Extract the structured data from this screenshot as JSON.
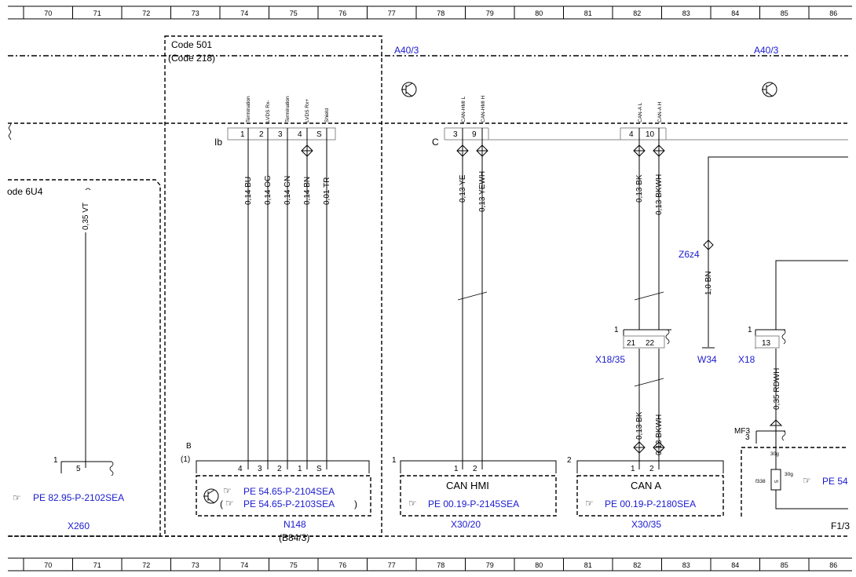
{
  "ruler": {
    "top": [
      "70",
      "71",
      "72",
      "73",
      "74",
      "75",
      "76",
      "77",
      "78",
      "79",
      "80",
      "81",
      "82",
      "83",
      "84",
      "85",
      "86"
    ],
    "bottom": [
      "70",
      "71",
      "72",
      "73",
      "74",
      "75",
      "76",
      "77",
      "78",
      "79",
      "80",
      "81",
      "82",
      "83",
      "84",
      "85",
      "86"
    ]
  },
  "module_a40": {
    "label_left": "A40/3",
    "label_right": "A40/3"
  },
  "code_box": {
    "line1": "Code 501",
    "line2": "(Code 218)"
  },
  "code_6u4": {
    "label": "ode 6U4",
    "wire": "0,35 VT",
    "pin": "1",
    "pin_num": "5",
    "component": "X260",
    "ref": "PE 82.95-P-2102SEA"
  },
  "connector_ib": {
    "name": "Ib",
    "pins": [
      "1",
      "2",
      "3",
      "4",
      "S"
    ],
    "signals": [
      "Termination",
      "LVDS Rx-",
      "Termination",
      "LVDS Rx+",
      "Shield"
    ],
    "wires": [
      "0,14 BU",
      "0,14 OG",
      "0,14 GN",
      "0,14 BN",
      "0,01 TR"
    ]
  },
  "connector_c": {
    "name": "C",
    "pins": [
      "3",
      "9",
      "4",
      "10"
    ],
    "signals": [
      "CAN-HMI L",
      "CAN-HMI H",
      "CAN-A L",
      "CAN-A H"
    ],
    "wires": [
      "0,13 YE",
      "0,13 YEWH",
      "0,13 BK",
      "0,13 BKWH"
    ]
  },
  "n148": {
    "label_b": "B",
    "label_1": "(1)",
    "pins": [
      "4",
      "3",
      "2",
      "1",
      "S"
    ],
    "ref1": "PE 54.65-P-2104SEA",
    "ref2": "PE 54.65-P-2103SEA",
    "paren_open": "(",
    "paren_close": ")",
    "name": "N148",
    "alt": "(B84/3)"
  },
  "x30_20": {
    "pin_label": "1",
    "pins": [
      "1",
      "2"
    ],
    "title": "CAN HMI",
    "ref": "PE 00.19-P-2145SEA",
    "name": "X30/20"
  },
  "x30_35": {
    "pin_label": "2",
    "pins": [
      "1",
      "2"
    ],
    "title": "CAN A",
    "ref": "PE 00.19-P-2180SEA",
    "name": "X30/35"
  },
  "x18_35": {
    "pin": "1",
    "pins": [
      "21",
      "22"
    ],
    "name": "X18/35",
    "wires": [
      "0,13 BK",
      "0,13 BKWH"
    ]
  },
  "w34": {
    "node": "Z6z4",
    "wire": "1,0 BN",
    "name": "W34"
  },
  "x18": {
    "pin": "1",
    "pin_num": "13",
    "name": "X18",
    "wire": "0,35 RDWH"
  },
  "mf3": {
    "label": "MF3",
    "pin": "3",
    "fuse_top": "30g",
    "fuse_right": "30g",
    "fuse_left": "f338",
    "fuse_num": "5",
    "ref": "PE 54",
    "name": "F1/3"
  }
}
